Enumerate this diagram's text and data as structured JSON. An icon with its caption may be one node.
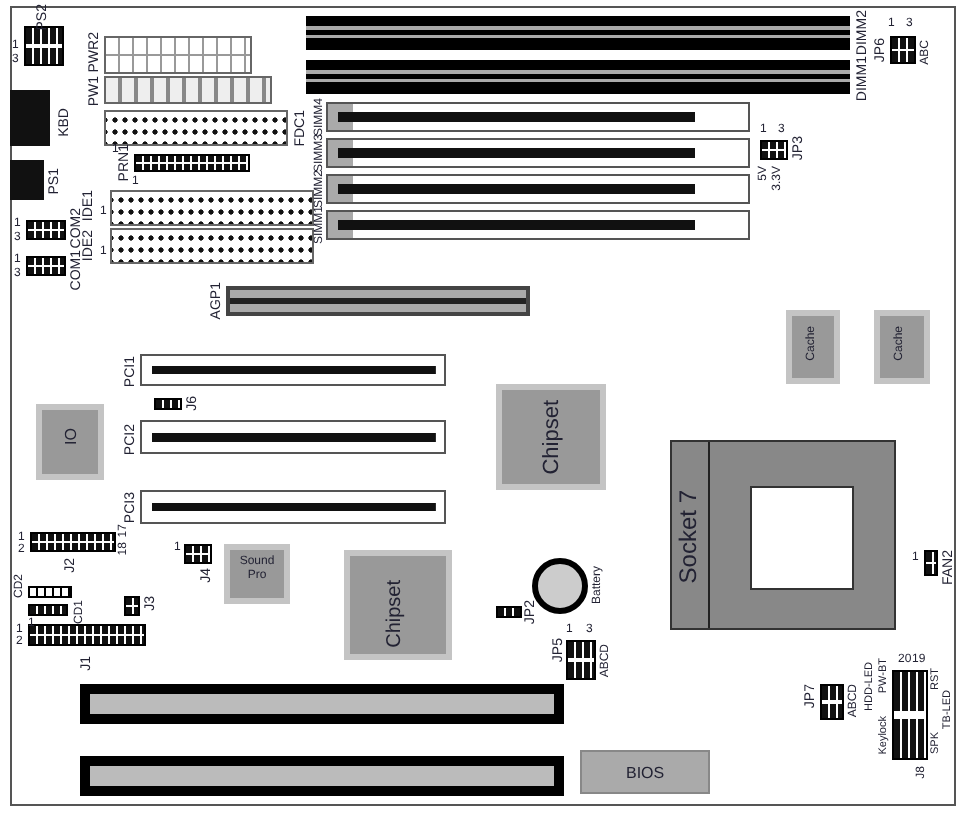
{
  "diagram": {
    "nodes": [
      {
        "text": [
          "PS2"
        ],
        "beside": [
          "1",
          "3"
        ]
      },
      {
        "text": [
          "PWR2"
        ]
      },
      {
        "text": [
          "PW1"
        ]
      },
      {
        "text": [
          "DIMM2"
        ]
      },
      {
        "text": [
          "JP6"
        ],
        "beside": [
          "1",
          "3",
          "ABC"
        ]
      },
      {
        "text": [
          "DIMM1"
        ]
      },
      {
        "text": [
          "KBD"
        ]
      },
      {
        "text": [
          "FDC1"
        ],
        "beside": [
          "1"
        ]
      },
      {
        "text": [
          "SIMM4"
        ]
      },
      {
        "text": [
          "SIMM3"
        ]
      },
      {
        "text": [
          "SIMM2"
        ]
      },
      {
        "text": [
          "SIMM1"
        ]
      },
      {
        "text": [
          "JP3"
        ],
        "beside": [
          "1",
          "3",
          "5V",
          "3.3V"
        ]
      },
      {
        "text": [
          "PRN1"
        ],
        "beside": [
          "1"
        ]
      },
      {
        "text": [
          "PS1"
        ]
      },
      {
        "text": [
          "IDE1"
        ],
        "beside": [
          "1"
        ]
      },
      {
        "text": [
          "COM2"
        ],
        "beside": [
          "1",
          "3"
        ]
      },
      {
        "text": [
          "IDE2"
        ],
        "beside": [
          "1"
        ]
      },
      {
        "text": [
          "COM1"
        ],
        "beside": [
          "1",
          "3"
        ]
      },
      {
        "text": [
          "AGP1"
        ]
      },
      {
        "text": [
          "Cache"
        ]
      },
      {
        "text": [
          "Cache"
        ]
      },
      {
        "text": [
          "PCI1"
        ]
      },
      {
        "text": [
          "J6"
        ]
      },
      {
        "text": [
          "Chipset"
        ]
      },
      {
        "text": [
          "IO"
        ]
      },
      {
        "text": [
          "PCI2"
        ]
      },
      {
        "text": [
          "Socket 7"
        ]
      },
      {
        "text": [
          "PCI3"
        ]
      },
      {
        "text": [
          "J2"
        ],
        "beside": [
          "1",
          "2",
          "17",
          "18"
        ]
      },
      {
        "text": [
          "J4"
        ],
        "beside": [
          "1"
        ]
      },
      {
        "text": [
          "Sound Pro"
        ]
      },
      {
        "text": [
          "Chipset"
        ]
      },
      {
        "text": [
          "FAN2"
        ],
        "beside": [
          "1"
        ]
      },
      {
        "text": [
          "Battery"
        ]
      },
      {
        "text": [
          "CD2"
        ]
      },
      {
        "text": [
          "CD1"
        ],
        "beside": [
          "1"
        ]
      },
      {
        "text": [
          "J3"
        ]
      },
      {
        "text": [
          "J1"
        ],
        "beside": [
          "1",
          "2"
        ]
      },
      {
        "text": [
          "JP2"
        ]
      },
      {
        "text": [
          "JP5"
        ],
        "beside": [
          "1",
          "3",
          "ABCD"
        ]
      },
      {
        "text": [
          "JP7"
        ],
        "beside": [
          "ABCD"
        ]
      },
      {
        "text": [
          "J8"
        ],
        "beside": [
          "20",
          "19",
          "HDD-LED",
          "PW-BT",
          "Keylock",
          "RST",
          "TB-LED",
          "SPK"
        ]
      },
      {
        "text": [],
        "shape": "bar"
      },
      {
        "text": [],
        "shape": "bar"
      },
      {
        "text": [
          "BIOS"
        ]
      }
    ]
  }
}
